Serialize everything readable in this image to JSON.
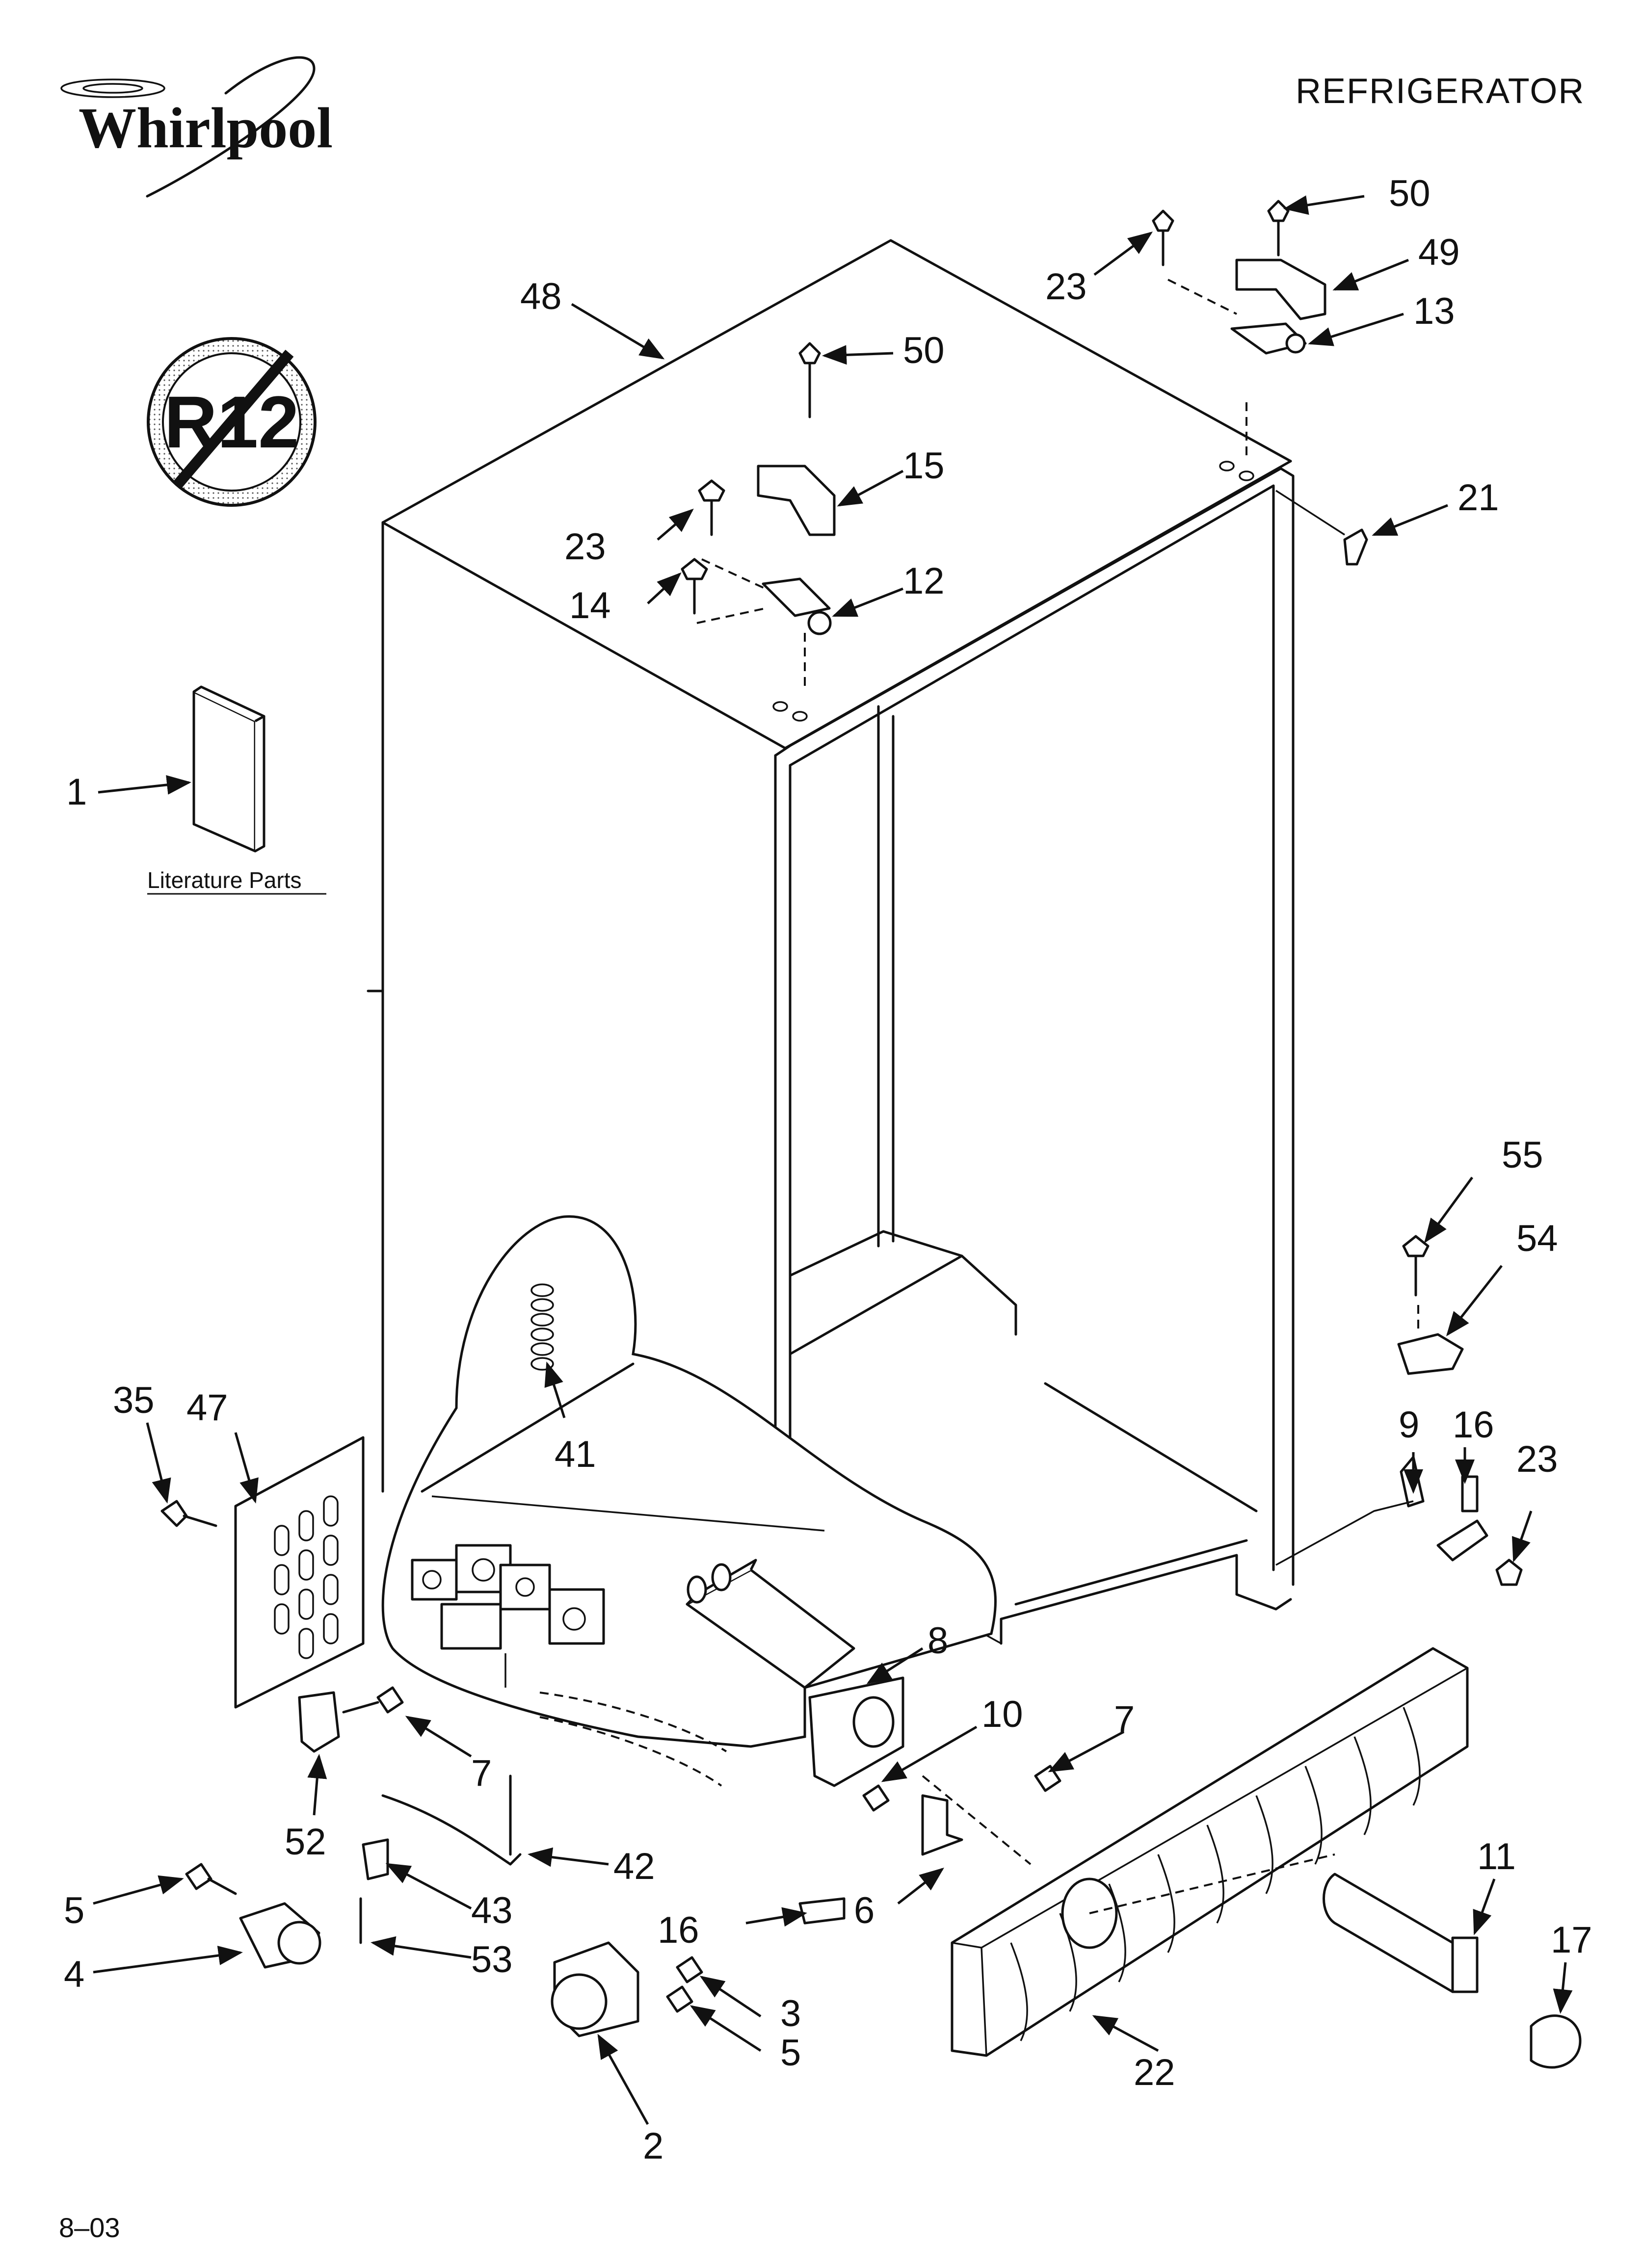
{
  "header": {
    "brand": "Whirlpool",
    "title": "REFRIGERATOR"
  },
  "badge": {
    "text": "R12"
  },
  "literature": {
    "label": "Literature Parts"
  },
  "footer": {
    "code": "8–03"
  },
  "callouts": {
    "c1": "1",
    "c2": "2",
    "c3": "3",
    "c4": "4",
    "c5a": "5",
    "c5b": "5",
    "c6": "6",
    "c7a": "7",
    "c7b": "7",
    "c8": "8",
    "c9": "9",
    "c10": "10",
    "c11": "11",
    "c12": "12",
    "c13": "13",
    "c14": "14",
    "c15": "15",
    "c16a": "16",
    "c16b": "16",
    "c17": "17",
    "c21": "21",
    "c22": "22",
    "c23a": "23",
    "c23b": "23",
    "c23c": "23",
    "c35": "35",
    "c41": "41",
    "c42": "42",
    "c43": "43",
    "c47": "47",
    "c48": "48",
    "c49": "49",
    "c50a": "50",
    "c50b": "50",
    "c52": "52",
    "c53": "53",
    "c54": "54",
    "c55": "55"
  }
}
